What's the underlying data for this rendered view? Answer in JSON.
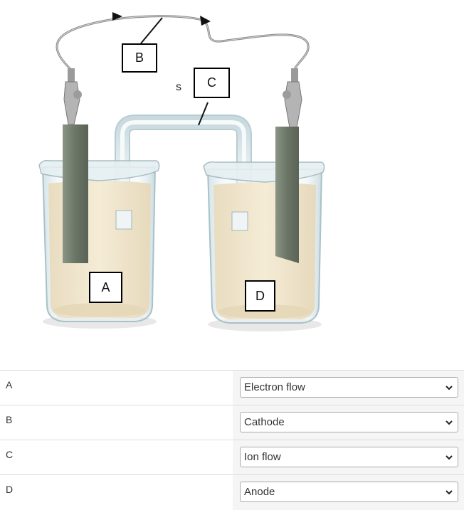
{
  "figure": {
    "labels": {
      "a": "A",
      "b": "B",
      "c": "C",
      "d": "D"
    },
    "stray_text": "s"
  },
  "matching": {
    "rows": [
      {
        "label": "A",
        "selected": "Electron flow"
      },
      {
        "label": "B",
        "selected": "Cathode"
      },
      {
        "label": "C",
        "selected": "Ion flow"
      },
      {
        "label": "D",
        "selected": "Anode"
      }
    ]
  },
  "icons": {
    "dropdown": "chevron-down-icon"
  },
  "colors": {
    "solution": "#f1e6c8",
    "electrode": "#6b7566",
    "table_stripe": "#f5f5f5",
    "border": "#dcdcdc"
  }
}
